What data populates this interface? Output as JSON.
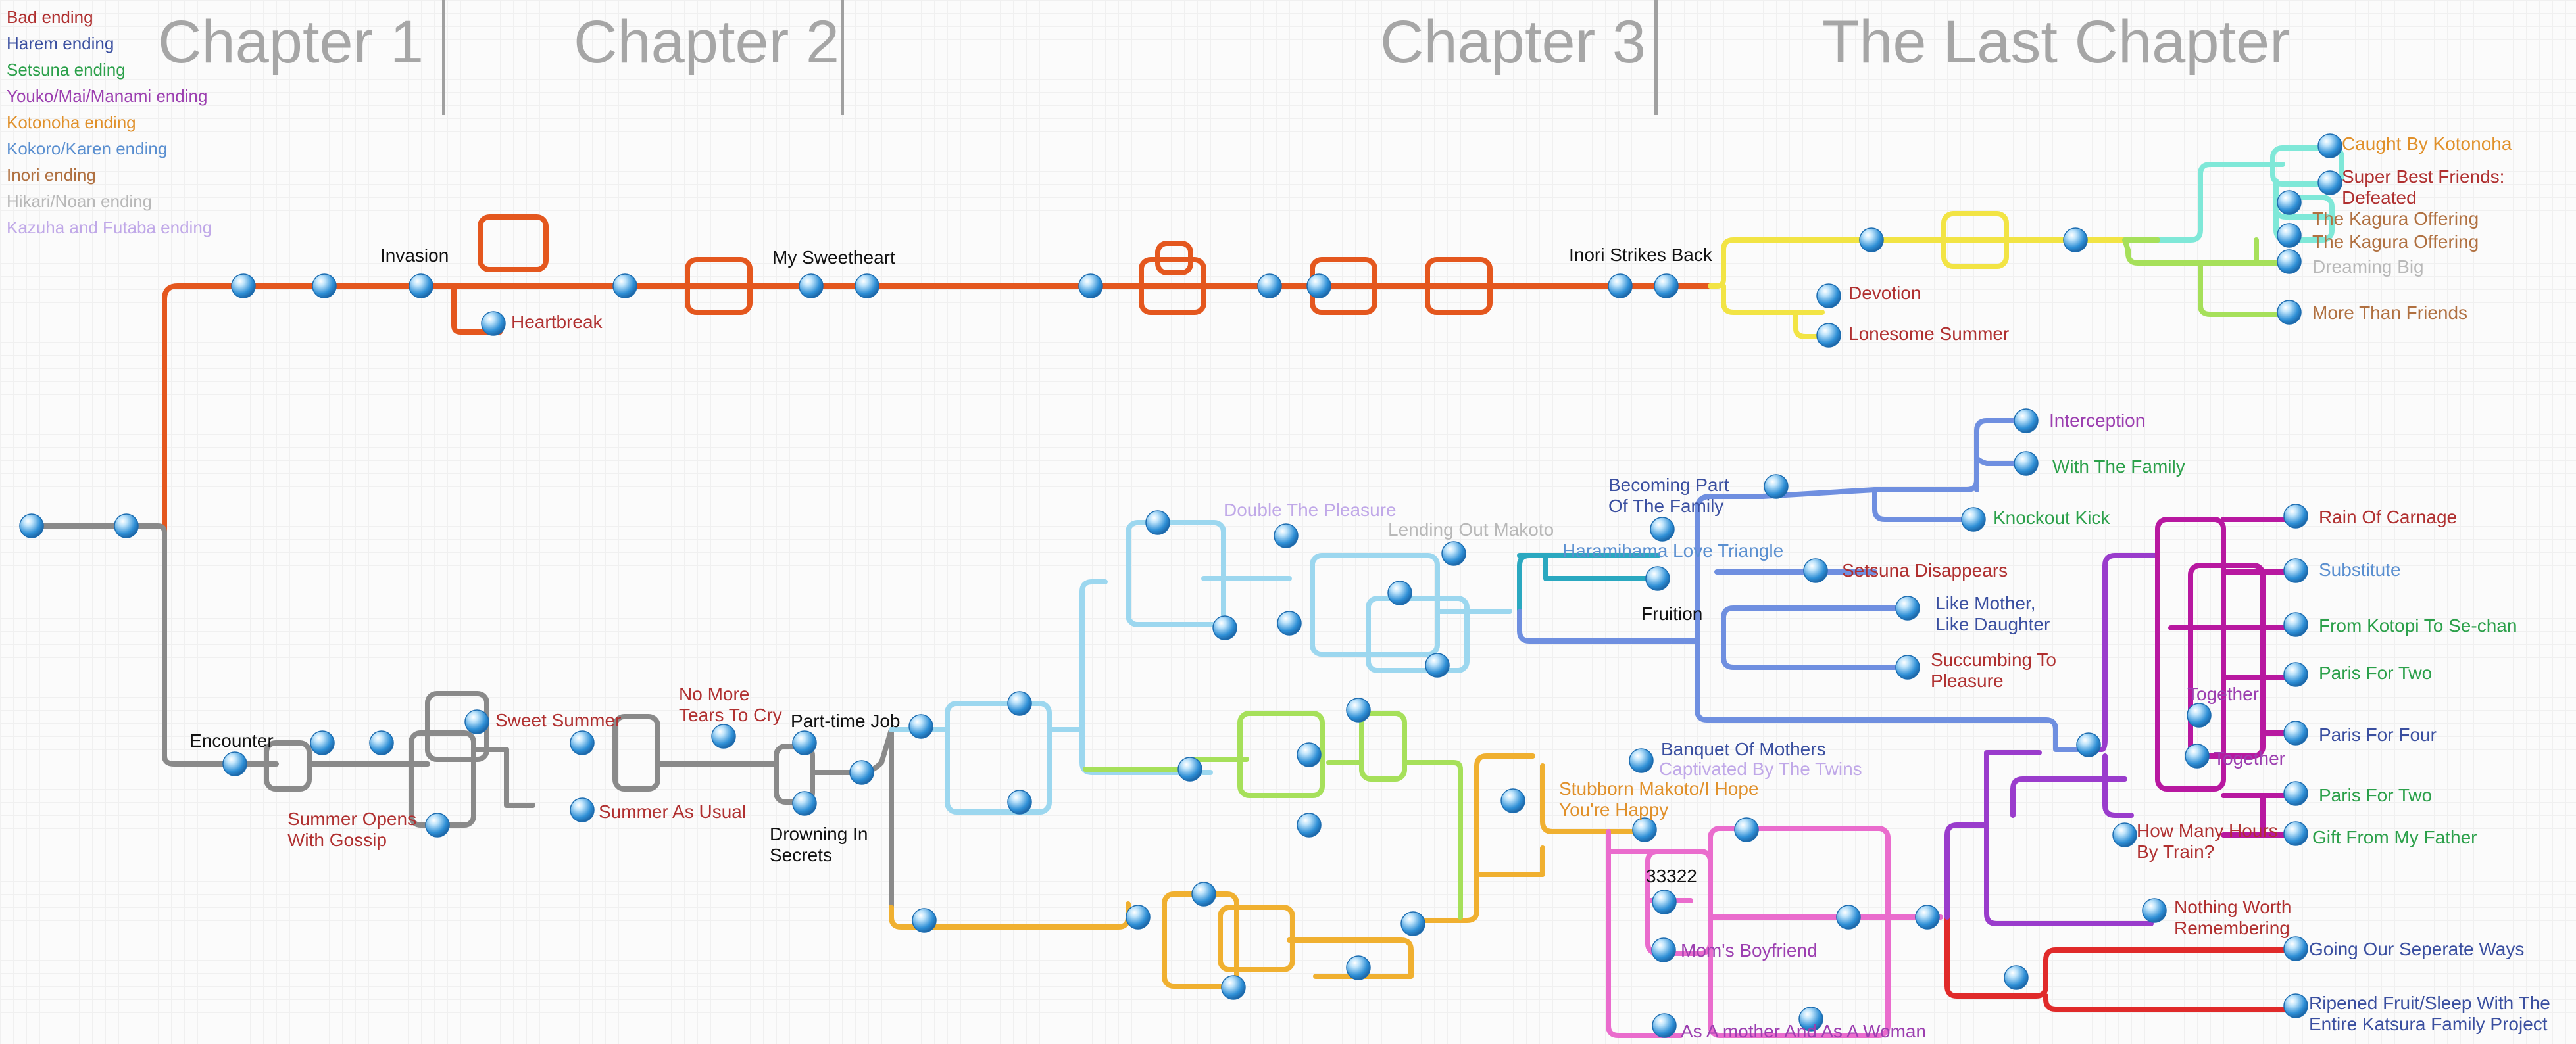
{
  "chapters": [
    "Chapter 1",
    "Chapter 2",
    "Chapter 3",
    "The Last Chapter"
  ],
  "legend": [
    {
      "label": "Bad ending",
      "color": "#b03030"
    },
    {
      "label": "Harem ending",
      "color": "#3a4fa0"
    },
    {
      "label": "Setsuna ending",
      "color": "#2ba04a"
    },
    {
      "label": "Youko/Mai/Manami ending",
      "color": "#9c3fb0"
    },
    {
      "label": "Kotonoha ending",
      "color": "#e0902a"
    },
    {
      "label": "Kokoro/Karen ending",
      "color": "#5a8fd0"
    },
    {
      "label": "Inori ending",
      "color": "#b07040"
    },
    {
      "label": "Hikari/Noan ending",
      "color": "#b8b8b8"
    },
    {
      "label": "Kazuha and Futaba ending",
      "color": "#c0a8e8"
    }
  ],
  "labels": [
    {
      "text": "Invasion",
      "color": "#111111"
    },
    {
      "text": "Heartbreak",
      "color": "#b03030"
    },
    {
      "text": "My Sweetheart",
      "color": "#111111"
    },
    {
      "text": "Inori Strikes Back",
      "color": "#111111"
    },
    {
      "text": "Devotion",
      "color": "#b03030"
    },
    {
      "text": "Lonesome Summer",
      "color": "#b03030"
    },
    {
      "text": "Caught By Kotonoha",
      "color": "#e0902a"
    },
    {
      "text": "Super Best Friends:\nDefeated",
      "color": "#b03030"
    },
    {
      "text": "The Kagura Offering",
      "color": "#b07040"
    },
    {
      "text": "The Kagura Offering",
      "color": "#b07040"
    },
    {
      "text": "Dreaming Big",
      "color": "#b8b8b8"
    },
    {
      "text": "More Than Friends",
      "color": "#b07040"
    },
    {
      "text": "Interception",
      "color": "#9c3fb0"
    },
    {
      "text": "With The Family",
      "color": "#2ba04a"
    },
    {
      "text": "Knockout Kick",
      "color": "#2ba04a"
    },
    {
      "text": "Becoming Part\nOf The Family",
      "color": "#3a4fa0"
    },
    {
      "text": "Double The Pleasure",
      "color": "#c0a8e8"
    },
    {
      "text": "Lending Out Makoto",
      "color": "#b8b8b8"
    },
    {
      "text": "Haramihama Love Triangle",
      "color": "#5a8fd0"
    },
    {
      "text": "Setsuna Disappears",
      "color": "#b03030"
    },
    {
      "text": "Fruition",
      "color": "#111111"
    },
    {
      "text": "Like Mother,\nLike Daughter",
      "color": "#3a4fa0"
    },
    {
      "text": "Succumbing To\nPleasure",
      "color": "#b03030"
    },
    {
      "text": "Encounter",
      "color": "#111111"
    },
    {
      "text": "Sweet Summer",
      "color": "#b03030"
    },
    {
      "text": "Summer Opens\nWith Gossip",
      "color": "#b03030"
    },
    {
      "text": "Summer As Usual",
      "color": "#b03030"
    },
    {
      "text": "No More\nTears To Cry",
      "color": "#b03030"
    },
    {
      "text": "Part-time Job",
      "color": "#111111"
    },
    {
      "text": "Drowning In\nSecrets",
      "color": "#111111"
    },
    {
      "text": "Banquet Of Mothers",
      "color": "#3a4fa0"
    },
    {
      "text": "Captivated By The Twins",
      "color": "#c0a8e8"
    },
    {
      "text": "Stubborn Makoto/I Hope\nYou're Happy",
      "color": "#e0902a"
    },
    {
      "text": "33322",
      "color": "#111111"
    },
    {
      "text": "Mom's Boyfriend",
      "color": "#9c3fb0"
    },
    {
      "text": "As A mother And As A Woman",
      "color": "#9c3fb0"
    },
    {
      "text": "Rain Of Carnage",
      "color": "#b03030"
    },
    {
      "text": "Substitute",
      "color": "#5a8fd0"
    },
    {
      "text": "From Kotopi To Se-chan",
      "color": "#2ba04a"
    },
    {
      "text": "Paris For Two",
      "color": "#2ba04a"
    },
    {
      "text": "Together",
      "color": "#9c3fb0"
    },
    {
      "text": "Paris For Four",
      "color": "#3a4fa0"
    },
    {
      "text": "Together",
      "color": "#9c3fb0"
    },
    {
      "text": "Paris For Two",
      "color": "#2ba04a"
    },
    {
      "text": "How Many Hours\nBy Train?",
      "color": "#b03030"
    },
    {
      "text": "Gift From My Father",
      "color": "#2ba04a"
    },
    {
      "text": "Nothing Worth\nRemembering",
      "color": "#b03030"
    },
    {
      "text": "Going Our Seperate Ways",
      "color": "#3a4fa0"
    },
    {
      "text": "Ripened Fruit/Sleep With The\nEntire Katsura Family Project",
      "color": "#3a4fa0"
    }
  ],
  "path_colors": {
    "orange": "#e4571e",
    "gray": "#8a8a8a",
    "yellow": "#f2e444",
    "teal": "#7fe8d8",
    "lime": "#a6e05a",
    "sky": "#9cd7ef",
    "gold": "#f0b030",
    "cyan": "#2aa8c0",
    "blue": "#6f8fe0",
    "pink": "#ea6ccd",
    "magenta": "#b818a0",
    "violet": "#9a3ccc",
    "red": "#e02a2a"
  }
}
